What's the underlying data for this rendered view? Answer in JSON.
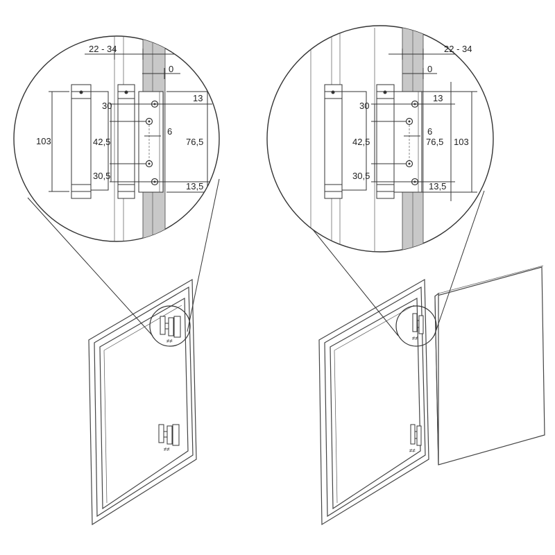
{
  "left": {
    "dims": {
      "gap": "22 - 34",
      "zero": "0",
      "top_offset": "13",
      "bottom_offset": "13,5",
      "hole_spacing": "76,5",
      "hinge_height": "103",
      "upper": "30",
      "middle": "42,5",
      "lower": "30,5",
      "edge": "6"
    }
  },
  "right": {
    "dims": {
      "gap": "22 - 34",
      "zero": "0",
      "top_offset": "13",
      "bottom_offset": "13,5",
      "hole_spacing": "76,5",
      "hinge_height": "103",
      "upper": "30",
      "middle": "42,5",
      "lower": "30,5",
      "edge": "6"
    }
  }
}
